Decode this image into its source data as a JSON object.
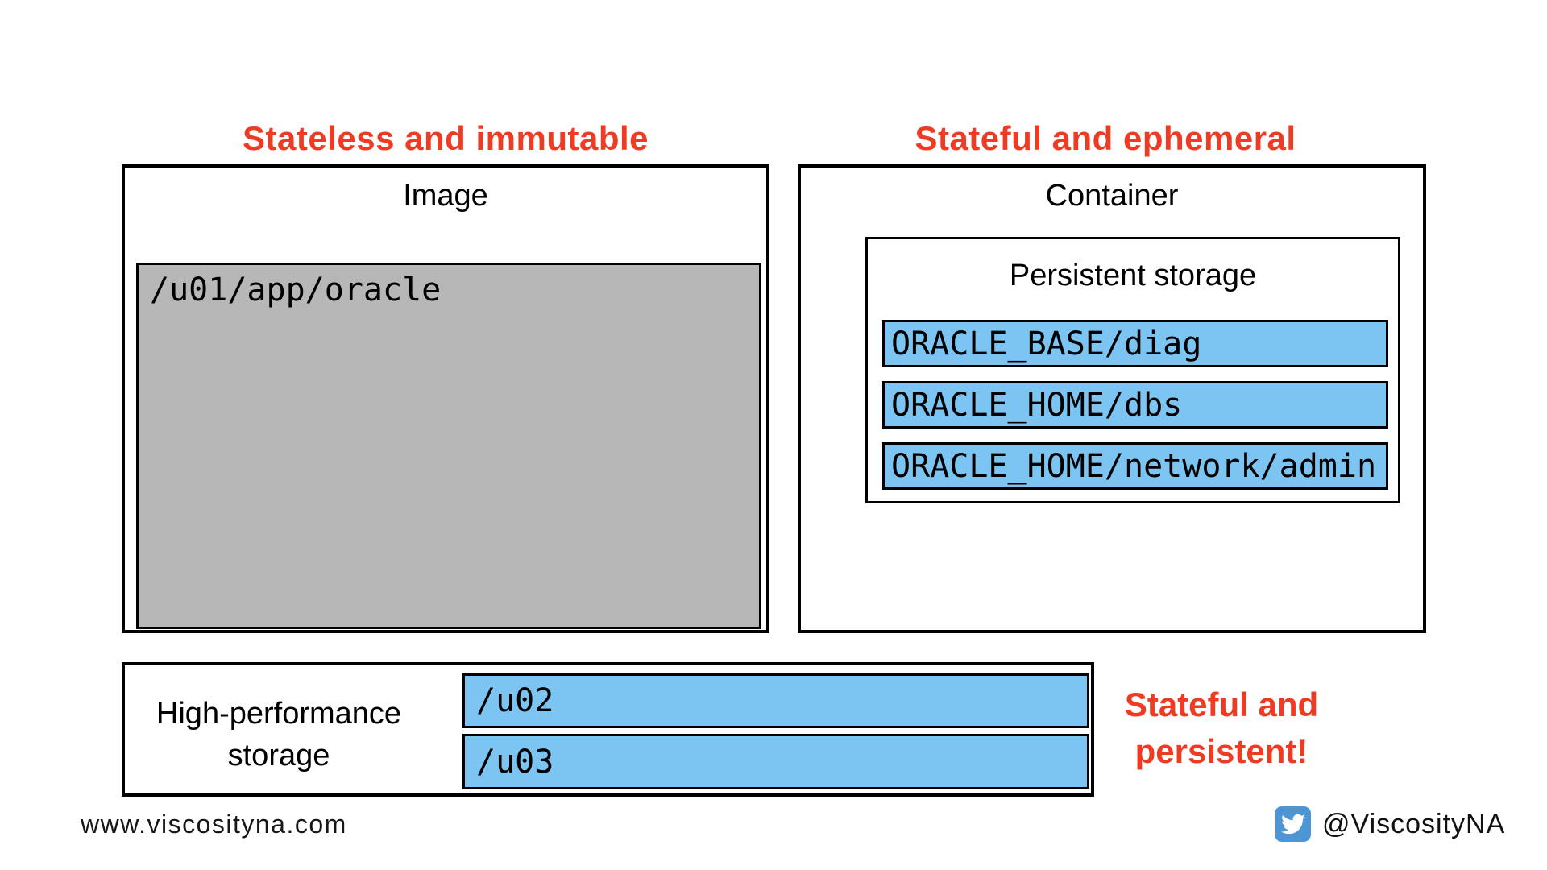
{
  "colors": {
    "accent_red": "#EF3B23",
    "volume_blue": "#7CC5F3",
    "image_gray": "#B7B7B7",
    "twitter_blue": "#4E96D3",
    "border_black": "#000000",
    "background": "#FFFFFF"
  },
  "image_panel": {
    "heading": "Stateless and immutable",
    "title": "Image",
    "volume": "/u01/app/oracle"
  },
  "container_panel": {
    "heading": "Stateful and ephemeral",
    "title": "Container",
    "persistent": {
      "title": "Persistent storage",
      "volumes": [
        "ORACLE_BASE/diag",
        "ORACLE_HOME/dbs",
        "ORACLE_HOME/network/admin"
      ]
    }
  },
  "storage_panel": {
    "label_lines": [
      "High-performance",
      "storage"
    ],
    "volumes": [
      "/u02",
      "/u03"
    ],
    "annotation_lines": [
      "Stateful and",
      "persistent!"
    ]
  },
  "footer": {
    "website": "www.viscosityna.com",
    "twitter_icon": "twitter-bird-icon",
    "twitter_handle": "@ViscosityNA"
  }
}
